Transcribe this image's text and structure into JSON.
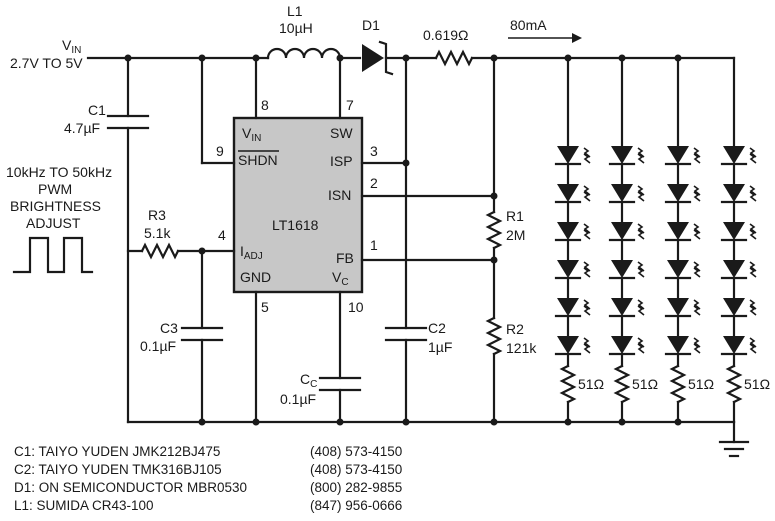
{
  "vin": {
    "label": "V",
    "sub": "IN",
    "range": "2.7V TO 5V"
  },
  "ic": {
    "name": "LT1618",
    "pins": {
      "vin": {
        "text": "V",
        "sub": "IN",
        "num": "8"
      },
      "shdn": {
        "text": "SHDN",
        "num": "9"
      },
      "iadj": {
        "text": "I",
        "sub": "ADJ",
        "num": "4"
      },
      "gnd": {
        "text": "GND",
        "num": "5"
      },
      "sw": {
        "text": "SW",
        "num": "7"
      },
      "isp": {
        "text": "ISP",
        "num": "3"
      },
      "isn": {
        "text": "ISN",
        "num": "2"
      },
      "fb": {
        "text": "FB",
        "num": "1"
      },
      "vc": {
        "text": "V",
        "sub": "C",
        "num": "10"
      }
    }
  },
  "components": {
    "l1": {
      "ref": "L1",
      "value": "10µH"
    },
    "d1": {
      "ref": "D1"
    },
    "rsense": {
      "value": "0.619Ω"
    },
    "current": {
      "value": "80mA"
    },
    "c1": {
      "ref": "C1",
      "value": "4.7µF"
    },
    "r3": {
      "ref": "R3",
      "value": "5.1k"
    },
    "c3": {
      "ref": "C3",
      "value": "0.1µF"
    },
    "cc": {
      "ref": "C",
      "sub": "C",
      "value": "0.1µF"
    },
    "c2": {
      "ref": "C2",
      "value": "1µF"
    },
    "r1": {
      "ref": "R1",
      "value": "2M"
    },
    "r2": {
      "ref": "R2",
      "value": "121k"
    },
    "led_resistor": {
      "value": "51Ω"
    }
  },
  "pwm": {
    "lines": [
      "10kHz TO 50kHz",
      "PWM",
      "BRIGHTNESS",
      "ADJUST"
    ]
  },
  "bom": [
    {
      "part": "C1: TAIYO YUDEN JMK212BJ475",
      "phone": "(408) 573-4150"
    },
    {
      "part": "C2: TAIYO YUDEN TMK316BJ105",
      "phone": "(408) 573-4150"
    },
    {
      "part": "D1: ON SEMICONDUCTOR MBR0530",
      "phone": "(800) 282-9855"
    },
    {
      "part": "L1: SUMIDA CR43-100",
      "phone": "(847) 956-0666"
    }
  ]
}
